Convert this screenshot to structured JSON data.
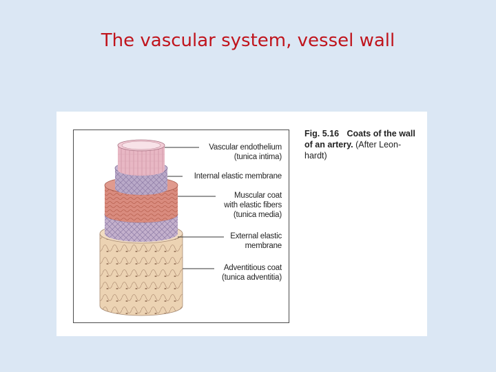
{
  "slide": {
    "title": "The vascular system, vessel wall"
  },
  "figure": {
    "caption": {
      "number": "Fig. 5.16",
      "title": "Coats of the wall of an artery.",
      "source": "(After Leon-hardt)"
    },
    "layers": [
      {
        "id": "tunica-intima",
        "label_line1": "Vascular endothelium",
        "label_line2": "(tunica intima)",
        "label_line3": "",
        "color": "#e8b7c4"
      },
      {
        "id": "internal-elastic",
        "label_line1": "Internal elastic membrane",
        "label_line2": "",
        "label_line3": "",
        "color": "#b9a9c8"
      },
      {
        "id": "tunica-media",
        "label_line1": "Muscular coat",
        "label_line2": "with elastic fibers",
        "label_line3": "(tunica media)",
        "color": "#d98b7e"
      },
      {
        "id": "external-elastic",
        "label_line1": "External elastic",
        "label_line2": "membrane",
        "label_line3": "",
        "color": "#c3b0cc"
      },
      {
        "id": "tunica-adventitia",
        "label_line1": "Adventitious coat",
        "label_line2": "(tunica adventitia)",
        "label_line3": "",
        "color": "#ecd3b3"
      }
    ]
  }
}
